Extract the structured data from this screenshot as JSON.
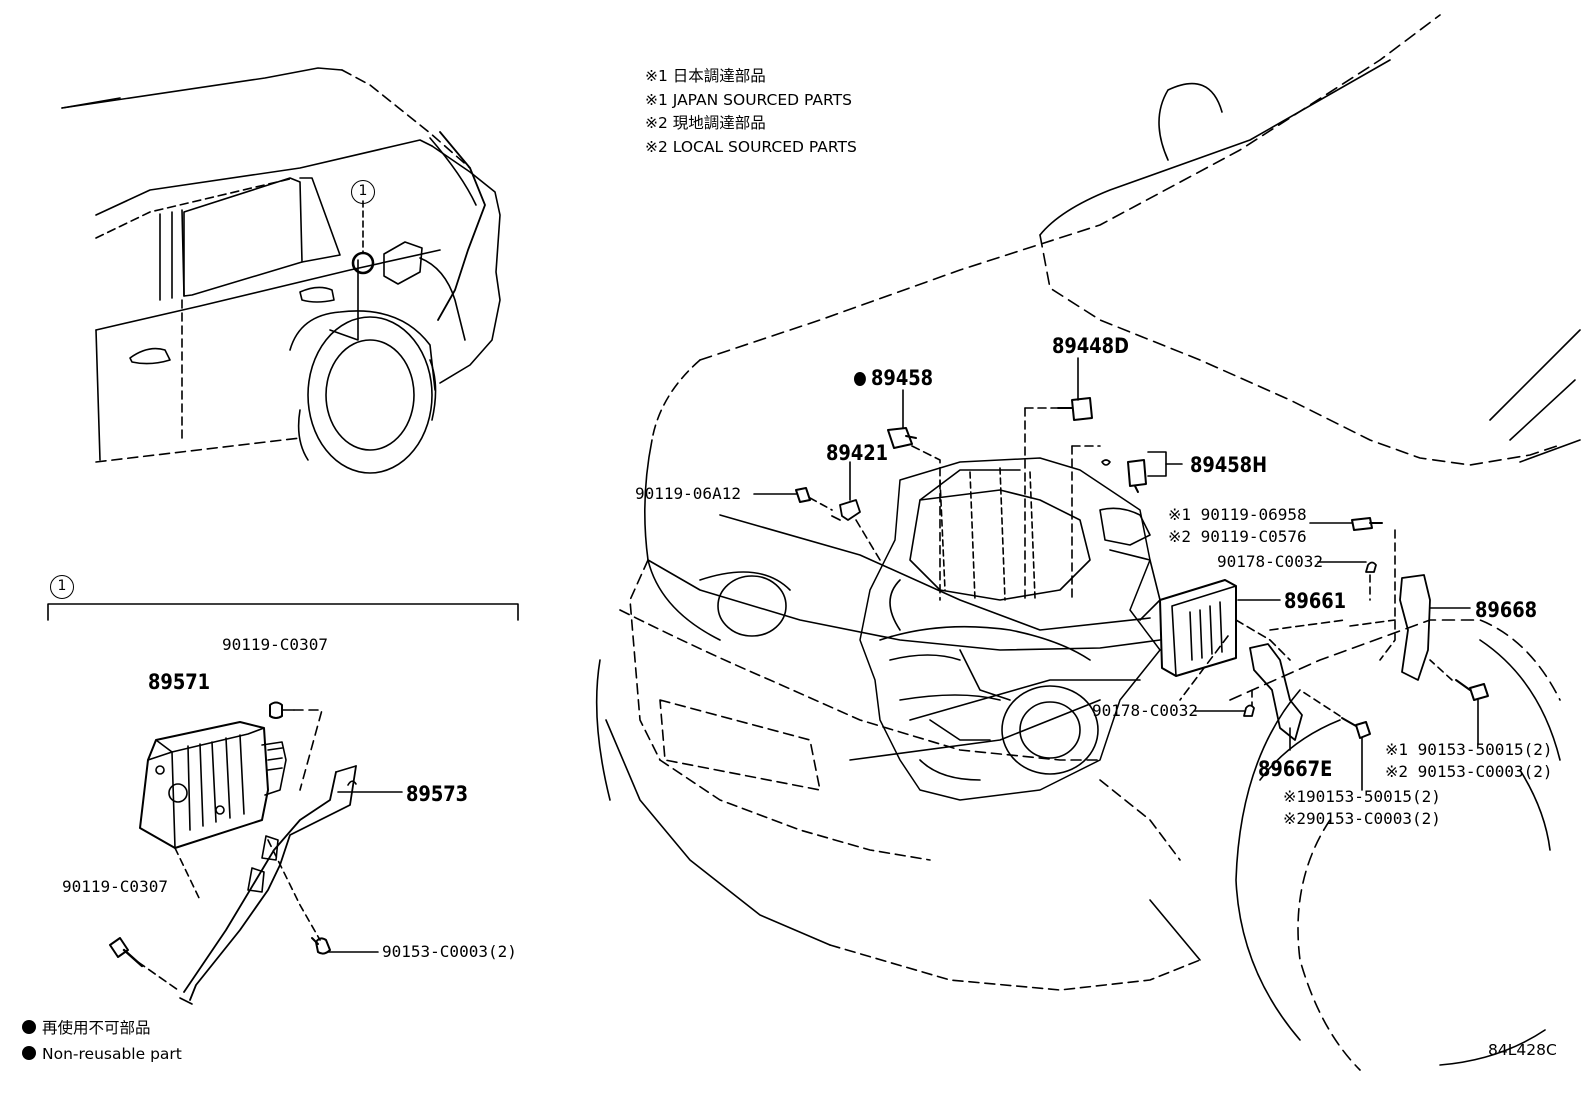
{
  "notes": [
    "※1 日本調達部品",
    "※1 JAPAN SOURCED PARTS",
    "※2 現地調達部品",
    "※2 LOCAL SOURCED PARTS"
  ],
  "callout_marker": "1",
  "legend": {
    "ja": "再使用不可部品",
    "en": "Non-reusable part"
  },
  "diagram_code": "84L428C",
  "parts": {
    "p89458": "89458",
    "p89448D": "89448D",
    "p89421": "89421",
    "p89458H": "89458H",
    "p90119_06A12": "90119-06A12",
    "p90119_06958": "※1 90119-06958",
    "p90119_C0576": "※2 90119-C0576",
    "p90178_C0032_a": "90178-C0032",
    "p89661": "89661",
    "p89668": "89668",
    "p90178_C0032_b": "90178-C0032",
    "p89667E": "89667E",
    "p90153_50015_r": "※1 90153-50015(2)",
    "p90153_C0003_r": "※2 90153-C0003(2)",
    "p90153_50015_c": "※190153-50015(2)",
    "p90153_C0003_c": "※290153-C0003(2)",
    "p90119_C0307_a": "90119-C0307",
    "p89571": "89571",
    "p89573": "89573",
    "p90119_C0307_b": "90119-C0307",
    "p90153_C0003_l": "90153-C0003(2)"
  }
}
